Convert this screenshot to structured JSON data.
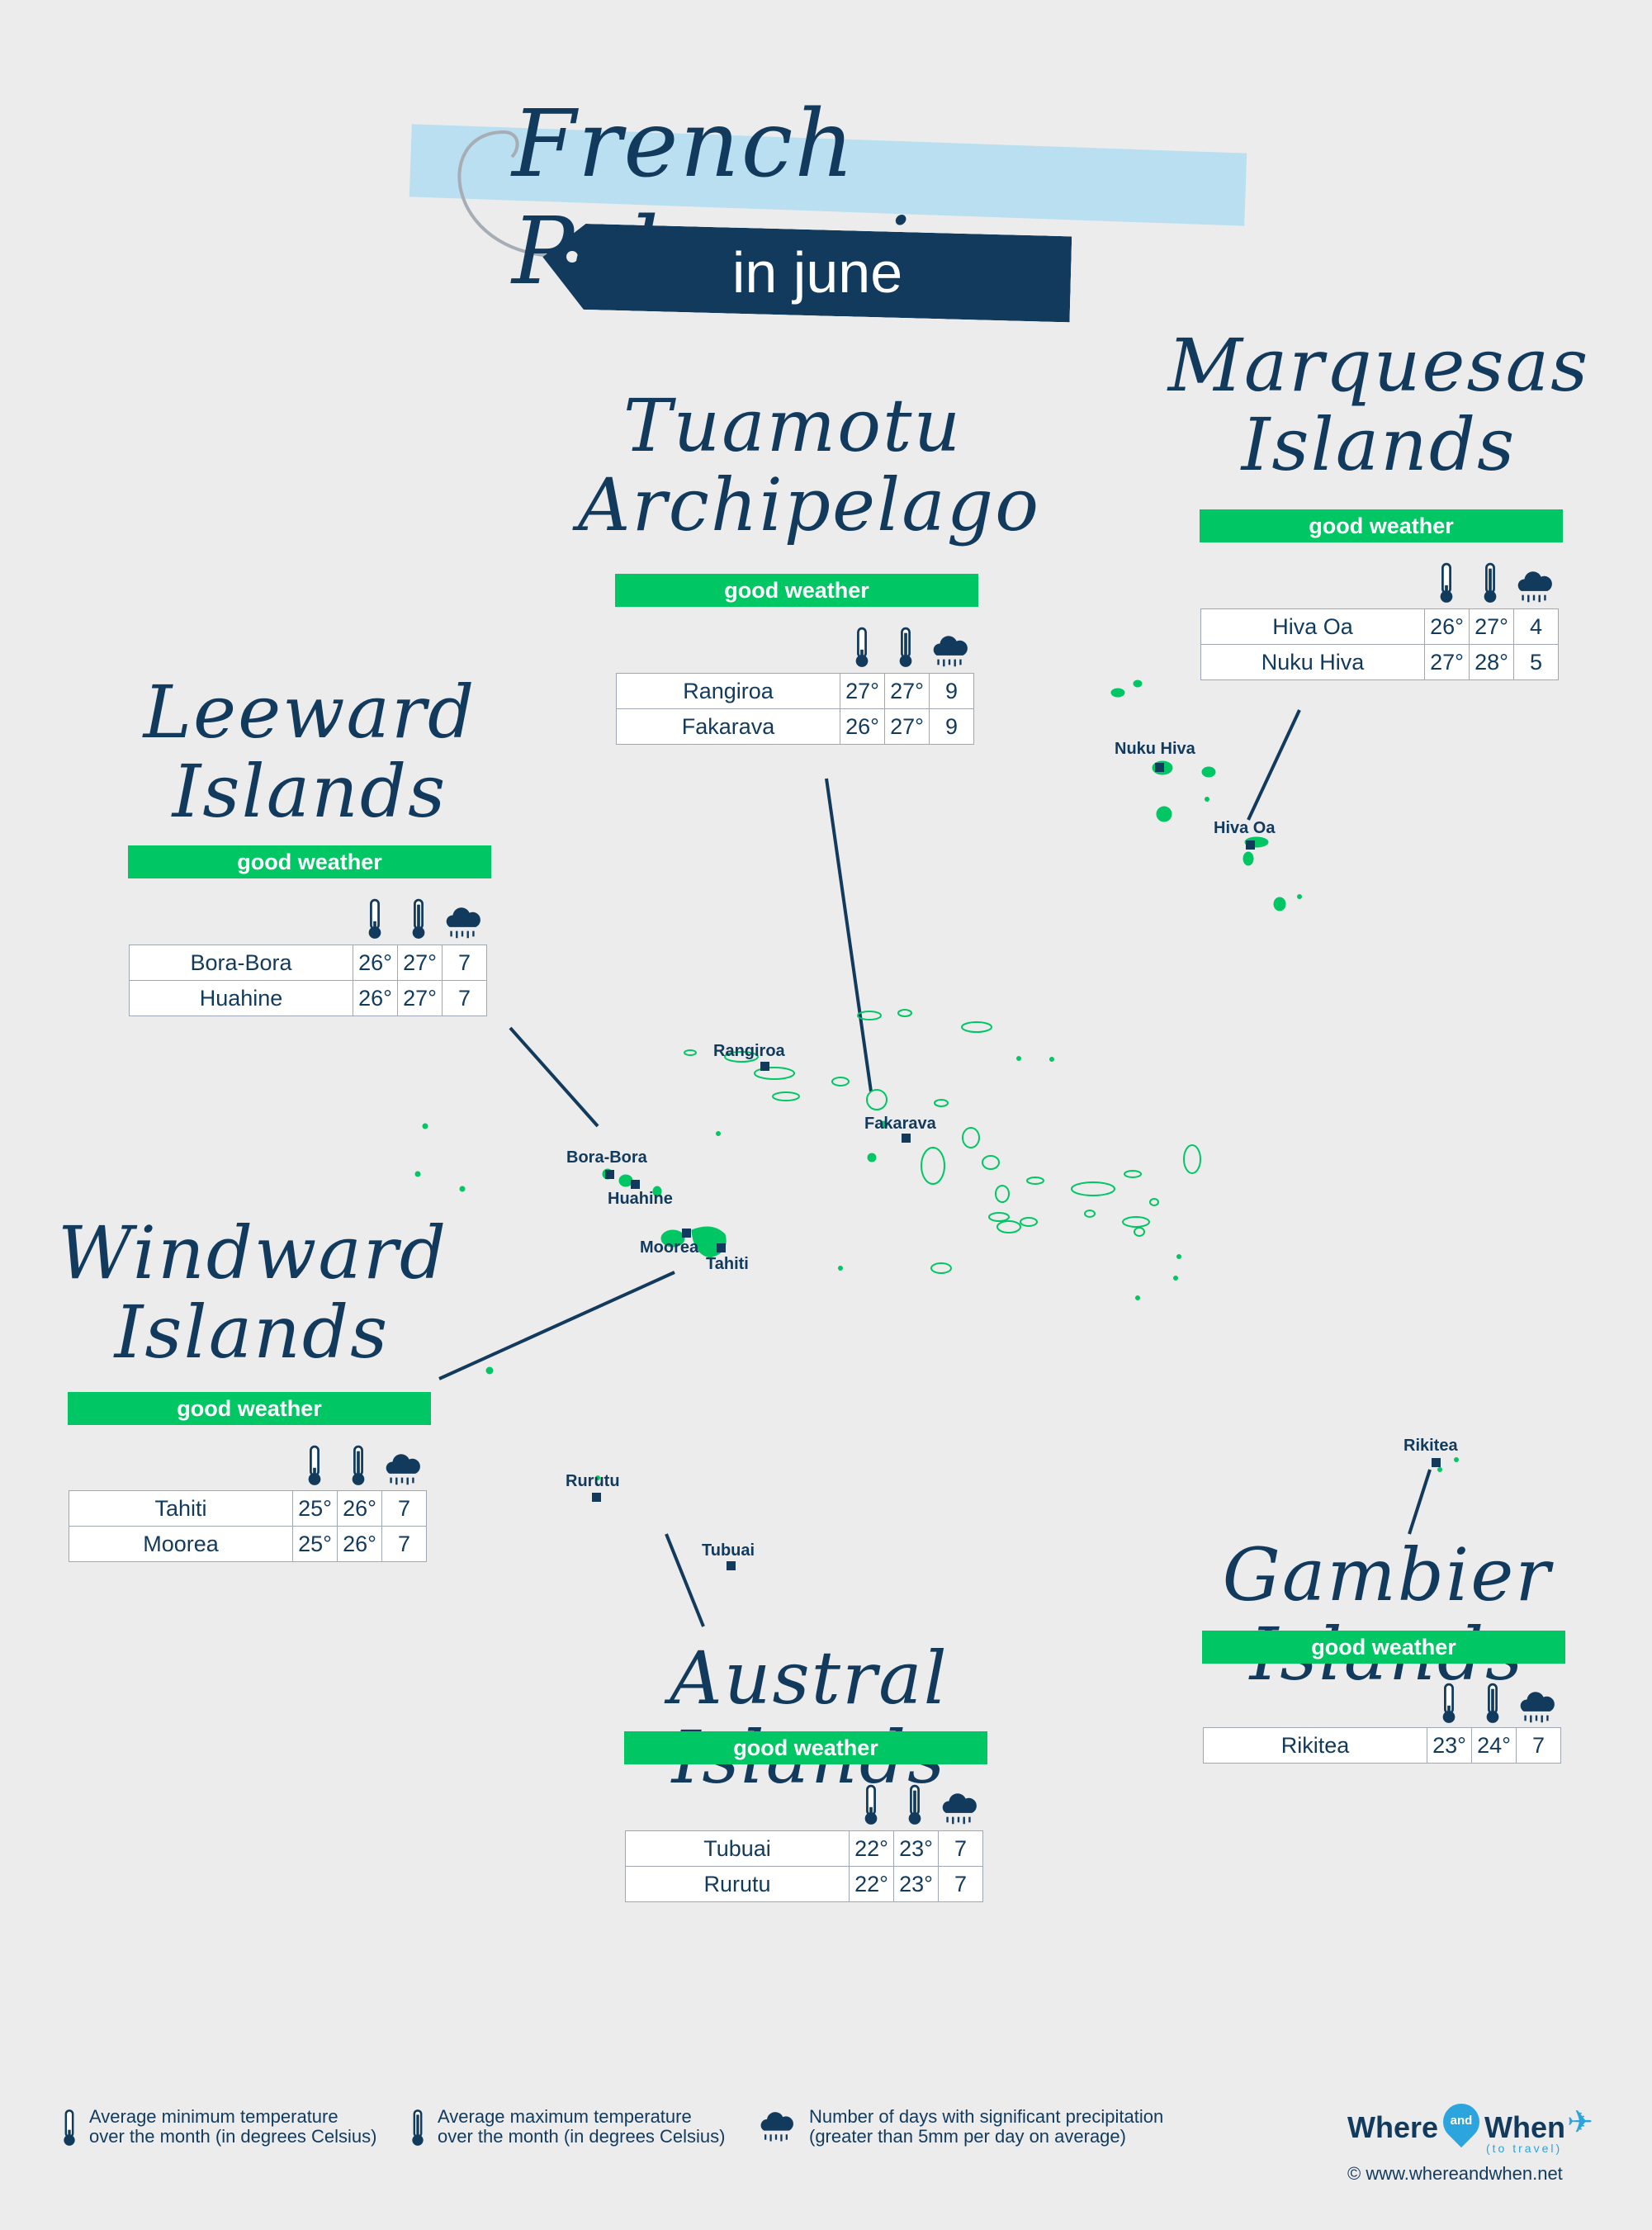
{
  "title": {
    "main": "French Polynesia",
    "sub": "in june"
  },
  "colors": {
    "accent_green": "#00c763",
    "navy": "#123a5c",
    "ribbon_light": "#b9dff0",
    "background": "#ececed"
  },
  "regions": [
    {
      "id": "tuamotu",
      "title_line1": "Tuamotu",
      "title_line2": "Archipelago",
      "badge": "good weather",
      "rows": [
        {
          "name": "Rangiroa",
          "min": "27°",
          "max": "27°",
          "rain": "9"
        },
        {
          "name": "Fakarava",
          "min": "26°",
          "max": "27°",
          "rain": "9"
        }
      ]
    },
    {
      "id": "marquesas",
      "title_line1": "Marquesas",
      "title_line2": "Islands",
      "badge": "good weather",
      "rows": [
        {
          "name": "Hiva Oa",
          "min": "26°",
          "max": "27°",
          "rain": "4"
        },
        {
          "name": "Nuku Hiva",
          "min": "27°",
          "max": "28°",
          "rain": "5"
        }
      ]
    },
    {
      "id": "leeward",
      "title_line1": "Leeward",
      "title_line2": "Islands",
      "badge": "good weather",
      "rows": [
        {
          "name": "Bora-Bora",
          "min": "26°",
          "max": "27°",
          "rain": "7"
        },
        {
          "name": "Huahine",
          "min": "26°",
          "max": "27°",
          "rain": "7"
        }
      ]
    },
    {
      "id": "windward",
      "title_line1": "Windward",
      "title_line2": "Islands",
      "badge": "good weather",
      "rows": [
        {
          "name": "Tahiti",
          "min": "25°",
          "max": "26°",
          "rain": "7"
        },
        {
          "name": "Moorea",
          "min": "25°",
          "max": "26°",
          "rain": "7"
        }
      ]
    },
    {
      "id": "gambier",
      "title_line1": "Gambier Islands",
      "title_line2": "",
      "badge": "good weather",
      "rows": [
        {
          "name": "Rikitea",
          "min": "23°",
          "max": "24°",
          "rain": "7"
        }
      ]
    },
    {
      "id": "austral",
      "title_line1": "Austral Islands",
      "title_line2": "",
      "badge": "good weather",
      "rows": [
        {
          "name": "Tubuai",
          "min": "22°",
          "max": "23°",
          "rain": "7"
        },
        {
          "name": "Rurutu",
          "min": "22°",
          "max": "23°",
          "rain": "7"
        }
      ]
    }
  ],
  "map_labels": {
    "nuku_hiva": "Nuku Hiva",
    "hiva_oa": "Hiva Oa",
    "rangiroa": "Rangiroa",
    "fakarava": "Fakarava",
    "bora_bora": "Bora-Bora",
    "huahine": "Huahine",
    "moorea": "Moorea",
    "tahiti": "Tahiti",
    "rurutu": "Rurutu",
    "tubuai": "Tubuai",
    "rikitea": "Rikitea"
  },
  "legend": {
    "min_line1": "Average minimum temperature",
    "min_line2": "over the month (in degrees Celsius)",
    "max_line1": "Average maximum temperature",
    "max_line2": "over the month (in degrees Celsius)",
    "rain_line1": "Number of days with significant precipitation",
    "rain_line2": "(greater than 5mm per day on average)"
  },
  "brand": {
    "where": "Where",
    "and": "and",
    "when": "When",
    "tagline": "(to travel)",
    "url": "© www.whereandwhen.net"
  }
}
